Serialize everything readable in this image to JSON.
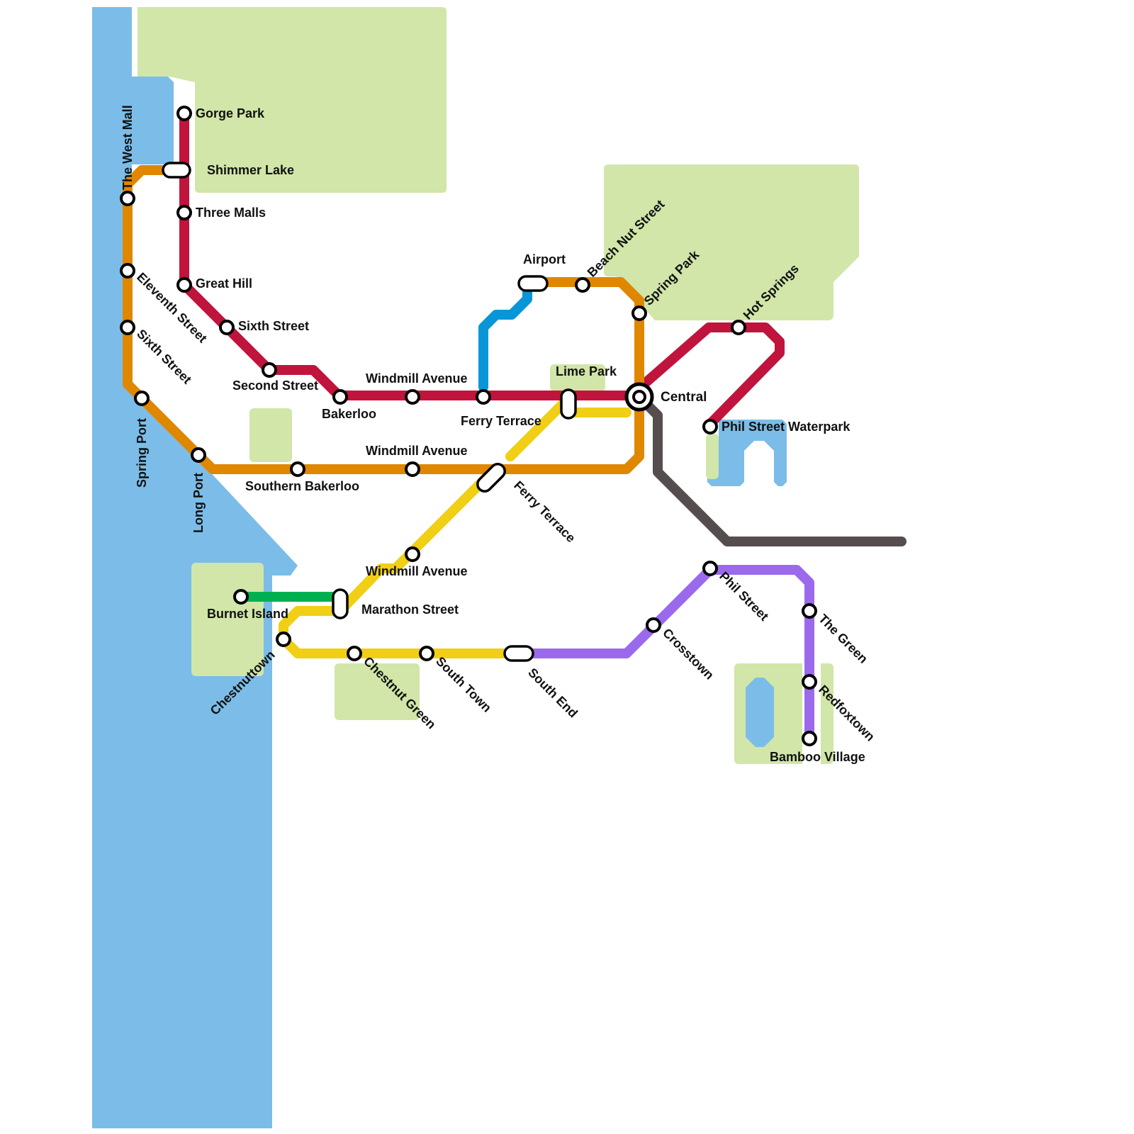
{
  "colors": {
    "water": "#7bbde8",
    "park": "#d1e6a8",
    "red_line": "#c0143c",
    "orange_line": "#e08700",
    "yellow_line": "#f0cf15",
    "blue_line": "#0896d8",
    "green_line": "#00b050",
    "purple_line": "#9b6aec",
    "grey_line": "#564e4e"
  },
  "labels": {
    "the_west_mall": "The West Mall",
    "gorge_park": "Gorge Park",
    "shimmer_lake": "Shimmer Lake",
    "three_malls": "Three Malls",
    "great_hill": "Great Hill",
    "sixth_street_red": "Sixth Street",
    "second_street": "Second Street",
    "bakerloo": "Bakerloo",
    "windmill_avenue_red": "Windmill Avenue",
    "ferry_terrace_red": "Ferry Terrace",
    "lime_park": "Lime Park",
    "central": "Central",
    "eleventh_street": "Eleventh Street",
    "sixth_street_orange": "Sixth Street",
    "spring_port": "Spring Port",
    "long_port": "Long Port",
    "southern_bakerloo": "Southern Bakerloo",
    "windmill_avenue_orange": "Windmill Avenue",
    "airport": "Airport",
    "beach_nut_street": "Beach Nut Street",
    "spring_park": "Spring Park",
    "hot_springs": "Hot Springs",
    "phil_street_waterpark": "Phil Street Waterpark",
    "ferry_terrace_yellow": "Ferry Terrace",
    "windmill_avenue_yellow": "Windmill Avenue",
    "marathon_street": "Marathon Street",
    "burnet_island": "Burnet Island",
    "chestnuttown": "Chestnuttown",
    "chestnut_green": "Chestnut Green",
    "south_town": "South Town",
    "south_end": "South End",
    "crosstown": "Crosstown",
    "phil_street": "Phil Street",
    "the_green": "The Green",
    "redfoxtown": "Redfoxtown",
    "bamboo_village": "Bamboo Village"
  }
}
